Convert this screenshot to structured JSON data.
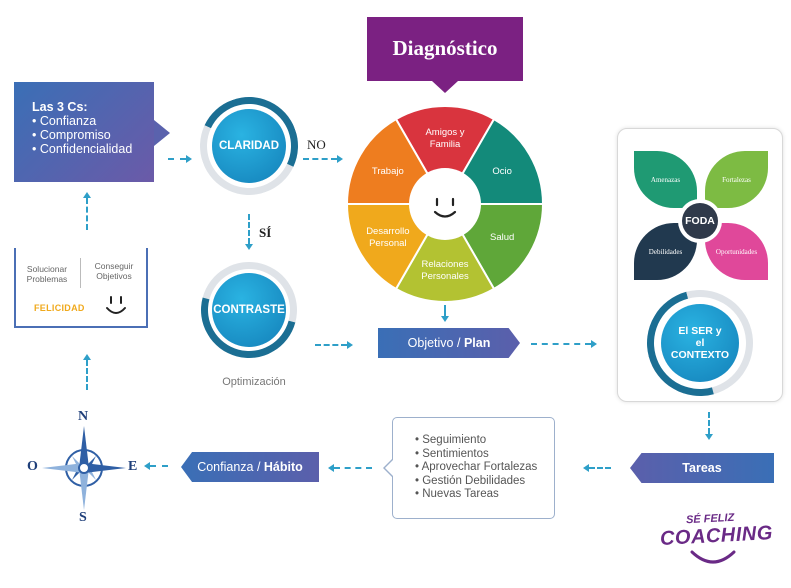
{
  "diagnostic": {
    "title": "Diagnóstico",
    "color": "#7b2182"
  },
  "three_cs": {
    "title": "Las 3 Cs:",
    "items": [
      "Confianza",
      "Compromiso",
      "Confidencialidad"
    ]
  },
  "claridad": {
    "label": "CLARIDAD",
    "no_label": "NO",
    "yes_label": "SÍ"
  },
  "contraste": {
    "label": "CONTRASTE",
    "caption": "Optimización"
  },
  "wheel": {
    "segments": [
      {
        "label": "Amigos y Familia",
        "color": "#d9343e"
      },
      {
        "label": "Ocio",
        "color": "#138a7a"
      },
      {
        "label": "Salud",
        "color": "#5fa739"
      },
      {
        "label": "Relaciones Personales",
        "color": "#b3c232"
      },
      {
        "label": "Desarrollo Personal",
        "color": "#f0a91c"
      },
      {
        "label": "Trabajo",
        "color": "#ee7d1f"
      }
    ]
  },
  "objetivo": {
    "left": "Objetivo",
    "sep": " / ",
    "right": "Plan"
  },
  "foda": {
    "center": "FODA",
    "quadrants": [
      "Amenazas",
      "Fortalezas",
      "Debilidades",
      "Oportunidades"
    ],
    "circle_label_1": "El SER y",
    "circle_label_2": "el",
    "circle_label_3": "CONTEXTO"
  },
  "tareas": {
    "label": "Tareas"
  },
  "task_list": [
    "Seguimiento",
    "Sentimientos",
    "Aprovechar Fortalezas",
    "Gestión Debilidades",
    "Nuevas Tareas"
  ],
  "confianza": {
    "left": "Confianza",
    "sep": " / ",
    "right": "Hábito"
  },
  "felicidad": {
    "left_top": "Solucionar",
    "left_bottom": "Problemas",
    "right_top": "Conseguir",
    "right_bottom": "Objetivos",
    "label": "FELICIDAD"
  },
  "compass": {
    "n": "N",
    "s": "S",
    "e": "E",
    "o": "O"
  },
  "logo": {
    "line1": "SÉ FELIZ",
    "line2": "COACHING"
  }
}
